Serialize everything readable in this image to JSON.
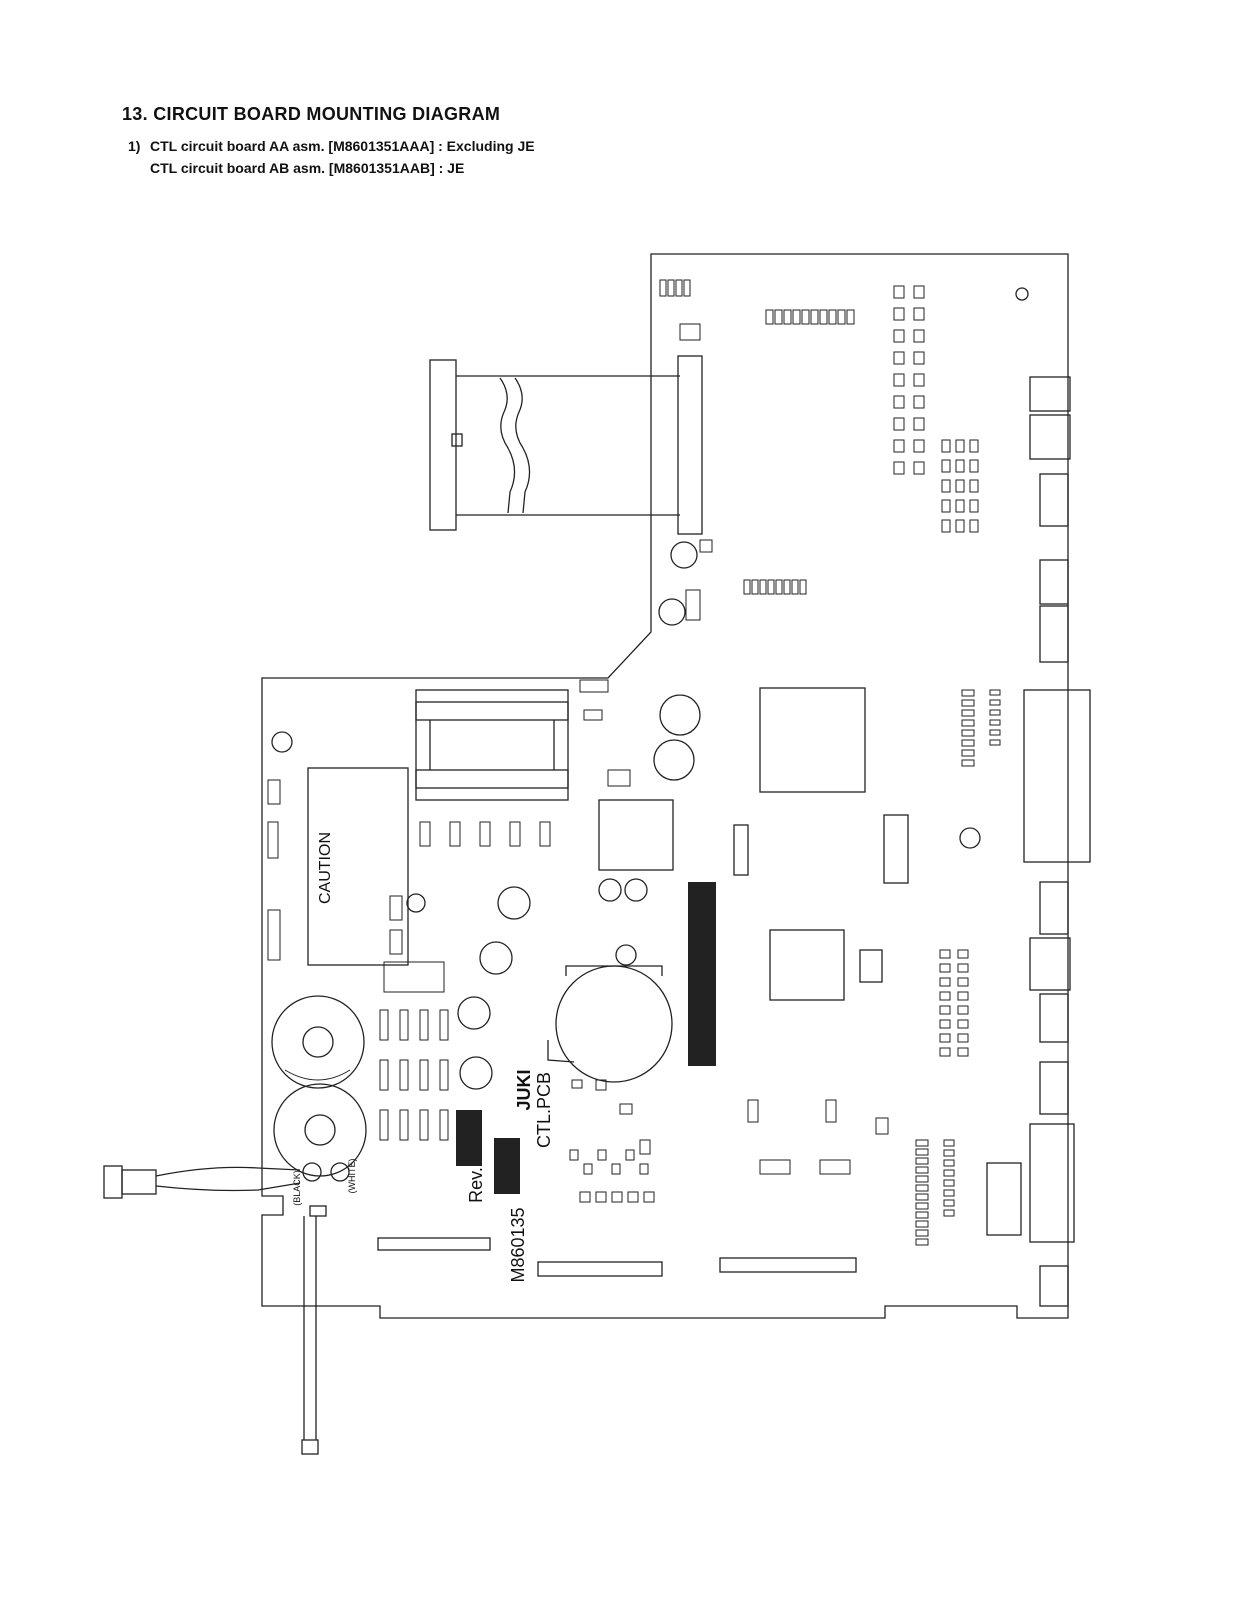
{
  "heading": "13. CIRCUIT BOARD MOUNTING DIAGRAM",
  "subtitle": {
    "number": "1)",
    "line1": "CTL circuit board AA asm. [M8601351AAA] : Excluding JE",
    "line2": "CTL circuit board AB asm. [M8601351AAB] : JE"
  },
  "board": {
    "caution_label": "CAUTION",
    "ctl_pcb_label": "CTL.PCB",
    "rev_label": "Rev.",
    "part_number_label": "M860135",
    "maker_label": "JUKI",
    "black_wire_label": "(BLACK)",
    "white_wire_label": "(WHITE)"
  }
}
